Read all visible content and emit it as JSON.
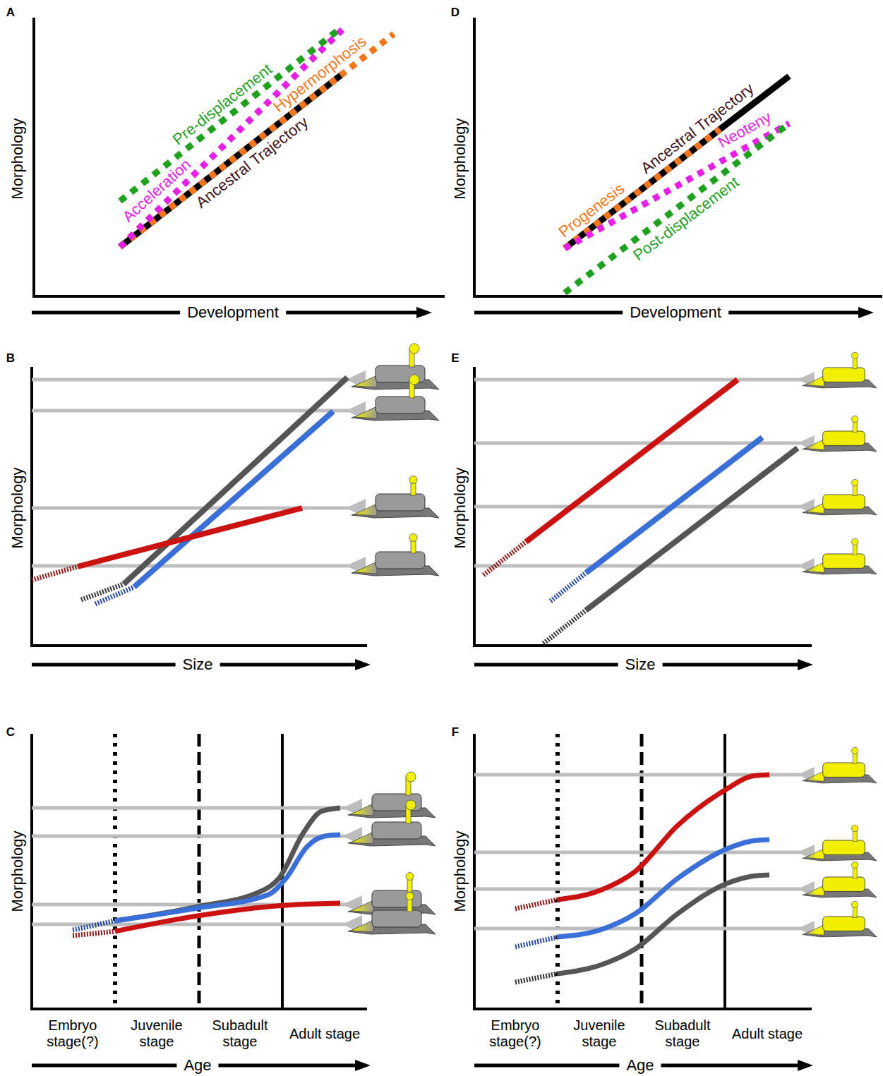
{
  "diagram": {
    "labels": [
      "A",
      "Morphology",
      "Development",
      "Pre-displacement",
      "Acceleration",
      "Hypermorphosis",
      "Ancestral Trajectory",
      "D",
      "Morphology",
      "Development",
      "Ancestral Trajectory",
      "Progenesis",
      "Neoteny",
      "Post-displacement",
      "B",
      "Morphology",
      "Size",
      "E",
      "Morphology",
      "Size",
      "C",
      "Morphology",
      "Embryo stage(?)",
      "Juvenile stage",
      "Subadult stage",
      "Adult stage",
      "Age",
      "F",
      "Morphology",
      "Embryo stage(?)",
      "Juvenile stage",
      "Subadult stage",
      "Adult stage",
      "Age"
    ]
  }
}
